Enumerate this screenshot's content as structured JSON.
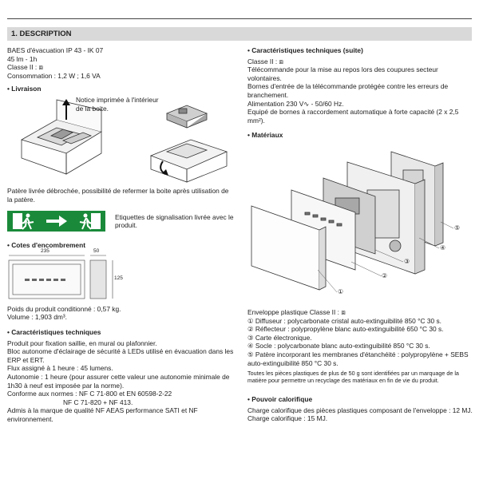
{
  "section_title": "1. DESCRIPTION",
  "left": {
    "intro": [
      "BAES d'évacuation IP 43 - IK 07",
      "45 lm - 1h",
      "Classe II : ⧈",
      "Consommation : 1,2 W ; 1,6 VA"
    ],
    "livraison": {
      "title": "• Livraison",
      "notice_label": "Notice imprimée à l'intérieur de la boite.",
      "caption": "Patère livrée débrochée, possibilité de refermer la boite après utilisation de la patère."
    },
    "sign": {
      "caption": "Etiquettes de signalisation livrée avec le produit."
    },
    "cotes": {
      "title": "• Cotes d'encombrement",
      "dim_width": "235",
      "dim_depth": "50",
      "dim_height": "125",
      "lines": [
        "Poids du produit conditionné : 0,57 kg.",
        "Volume : 1,903 dm³."
      ]
    },
    "caracteristiques": {
      "title": "• Caractéristiques techniques",
      "lines": [
        "Produit pour fixation saillie, en mural ou plafonnier.",
        "Bloc autonome d'éclairage de sécurité à LEDs utilisé en évacuation dans les ERP et ERT.",
        "Flux assigné à 1 heure : 45 lumens.",
        "Autonomie : 1 heure (pour assurer cette valeur une autonomie minimale de 1h30 à neuf est imposée par la norme).",
        "Conforme aux normes : NF C 71-800 et EN 60598-2-22",
        "NF C 71-820 + NF 413.",
        "Admis à la marque de qualité NF AEAS performance SATI et NF environnement."
      ]
    }
  },
  "right": {
    "suite": {
      "title": "• Caractéristiques techniques (suite)",
      "lines": [
        "Classe II : ⧈",
        "Télécommande pour la mise au repos lors des coupures secteur volontaires.",
        "Bornes d'entrée de la télécommande protégée contre les erreurs de branchement.",
        "Alimentation 230 V∿ - 50/60 Hz.",
        "Equipé de bornes à raccordement automatique à forte capacité (2 x 2,5 mm²)."
      ]
    },
    "materiaux": {
      "title": "• Matériaux",
      "callouts": [
        "①",
        "②",
        "③",
        "④",
        "⑤"
      ],
      "lines": [
        "Enveloppe plastique Classe II : ⧈",
        "① Diffuseur : polycarbonate cristal auto-extinguibilité 850 °C 30 s.",
        "② Réflecteur : polypropylène blanc auto-extinguibilité 650 °C 30 s.",
        "③ Carte électronique.",
        "④ Socle : polycarbonate blanc auto-extinguibilité 850 °C 30 s.",
        "⑤ Patère incorporant les membranes d'étanchéité : polypropylène + SEBS auto-extinguibilité 850 °C 30 s."
      ],
      "note": "Toutes les pièces plastiques de plus de 50 g sont identifiées par un marquage de la matière pour permettre un recyclage des matériaux en fin de vie du produit."
    },
    "pouvoir": {
      "title": "• Pouvoir calorifique",
      "text": "Charge calorifique des pièces plastiques composant de l'enveloppe : 12 MJ. Charge calorifique : 15 MJ."
    }
  }
}
